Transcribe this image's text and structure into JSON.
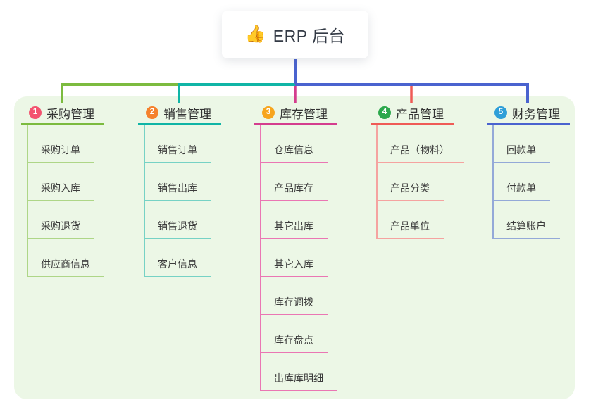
{
  "root": {
    "icon": "thumbs-up-icon",
    "icon_glyph": "👍",
    "label": "ERP 后台"
  },
  "canvas": {
    "background": "#ffffff",
    "panel_background": "#ecf7e6"
  },
  "connector": {
    "root_line_color": "#4a63cf"
  },
  "branches": [
    {
      "badge": "1",
      "label": "采购管理",
      "badge_color": "#f3536f",
      "line_color": "#7cbb3f",
      "leaf_line_color": "#aed687",
      "children": [
        "采购订单",
        "采购入库",
        "采购退货",
        "供应商信息"
      ]
    },
    {
      "badge": "2",
      "label": "销售管理",
      "badge_color": "#f5812d",
      "line_color": "#10b5a6",
      "leaf_line_color": "#76d2c5",
      "children": [
        "销售订单",
        "销售出库",
        "销售退货",
        "客户信息"
      ]
    },
    {
      "badge": "3",
      "label": "库存管理",
      "badge_color": "#f7a51d",
      "line_color": "#d43d8e",
      "leaf_line_color": "#ea76b3",
      "children": [
        "仓库信息",
        "产品库存",
        "其它出库",
        "其它入库",
        "库存调拨",
        "库存盘点",
        "出库库明细"
      ]
    },
    {
      "badge": "4",
      "label": "产品管理",
      "badge_color": "#2ca84c",
      "line_color": "#ef5b56",
      "leaf_line_color": "#f5a3a0",
      "children": [
        "产品（物料）",
        "产品分类",
        "产品单位"
      ]
    },
    {
      "badge": "5",
      "label": "财务管理",
      "badge_color": "#2f9fd8",
      "line_color": "#4a63cf",
      "leaf_line_color": "#94a9d8",
      "children": [
        "回款单",
        "付款单",
        "结算账户"
      ]
    }
  ]
}
